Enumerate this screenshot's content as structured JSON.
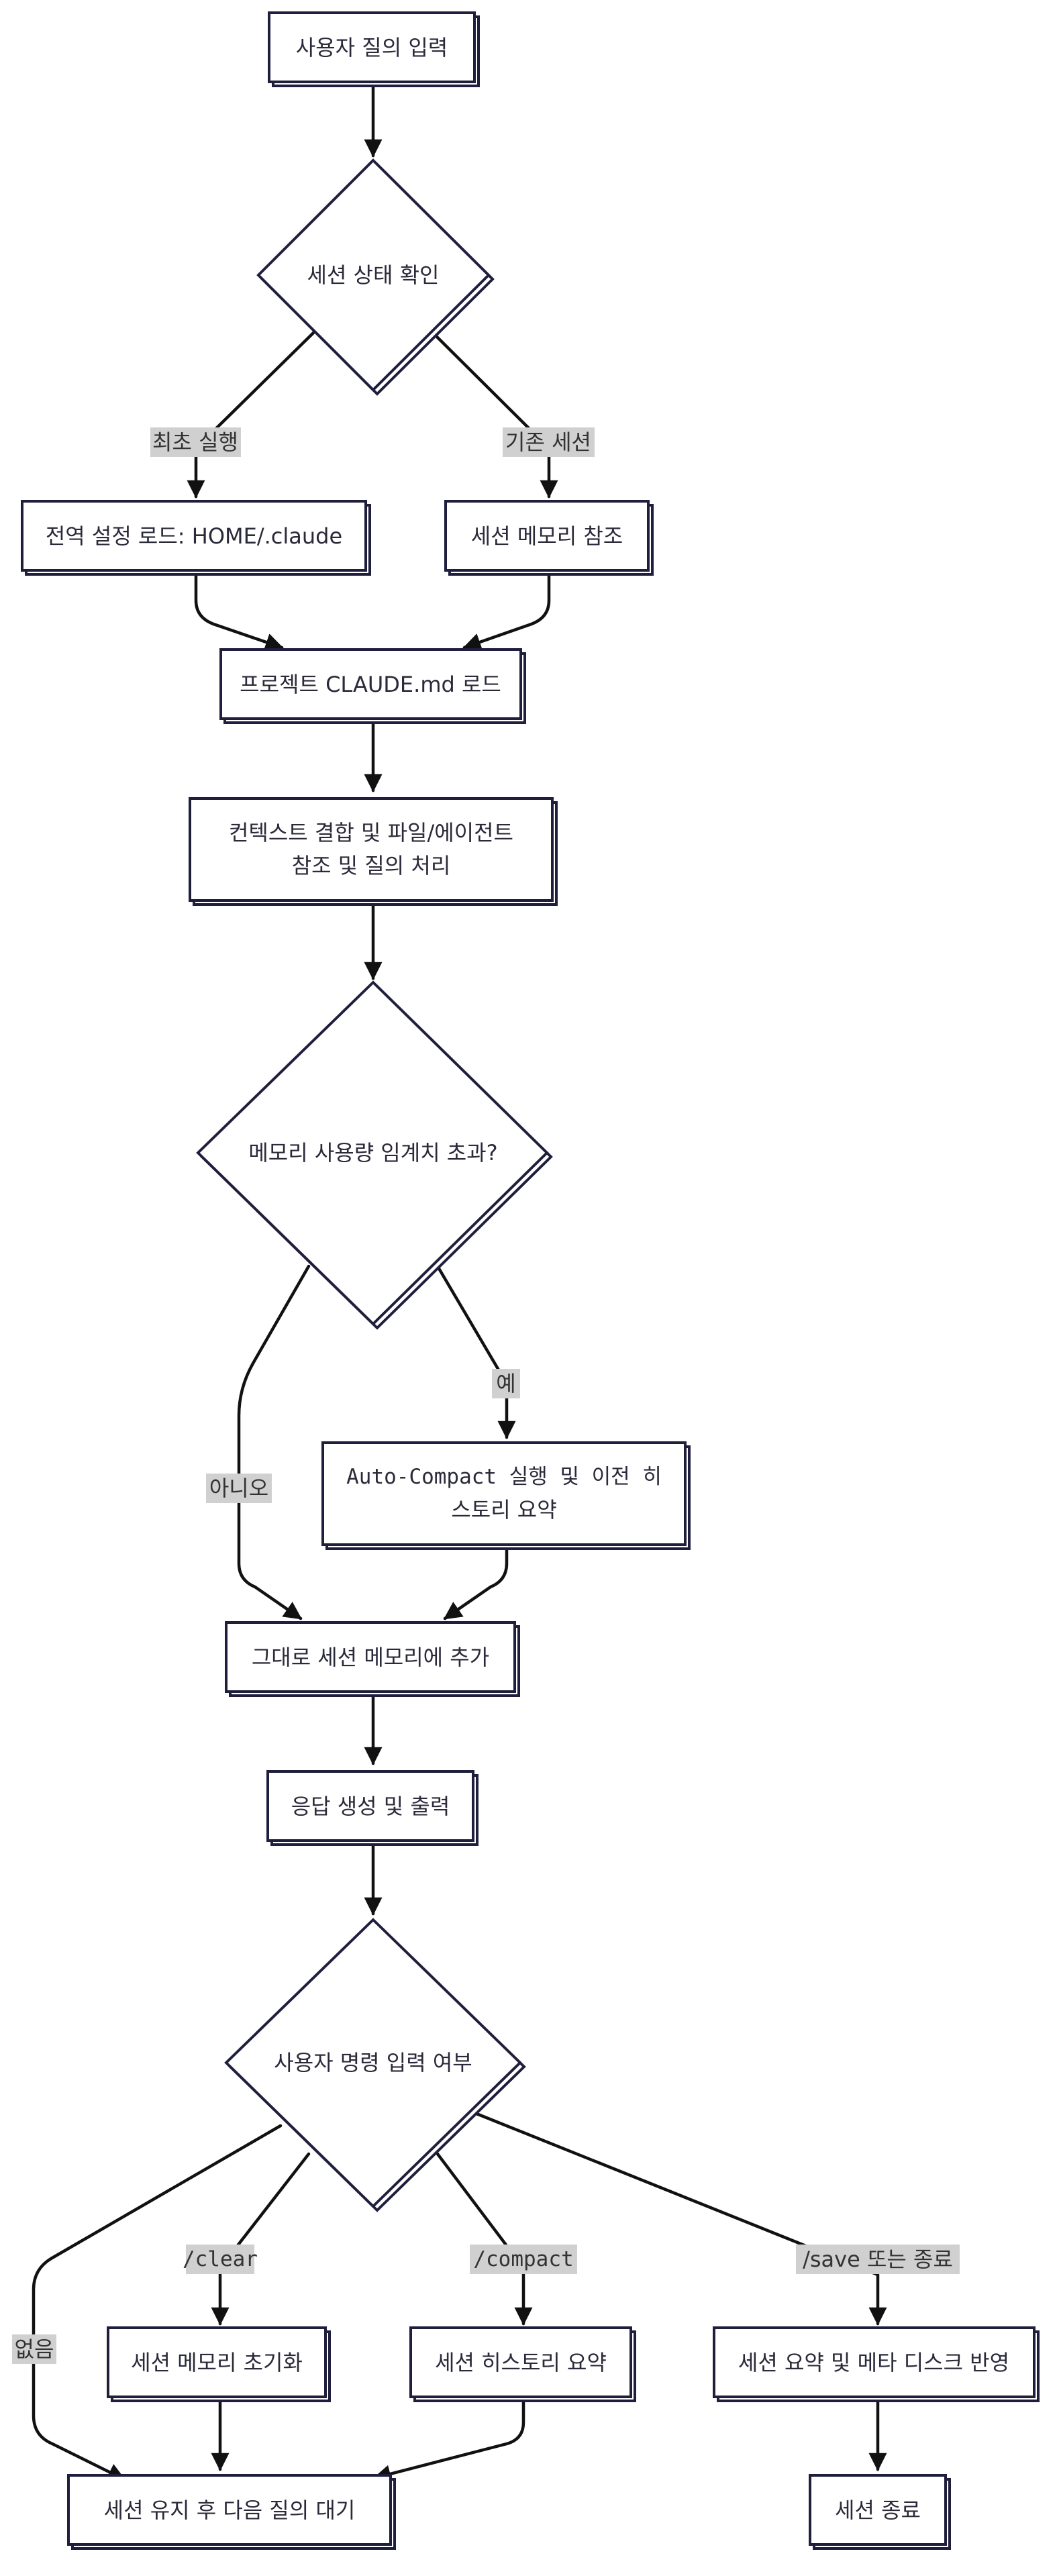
{
  "nodes": {
    "user_query_input": "사용자 질의 입력",
    "session_state_check": "세션 상태 확인",
    "global_settings_load": "전역 설정 로드: HOME/.claude",
    "session_memory_ref": "세션 메모리 참조",
    "project_claude_md_load": "프로젝트 CLAUDE.md 로드",
    "context_combine_line1": "컨텍스트 결합 및 파일/에이전트",
    "context_combine_line2": "참조 및 질의 처리",
    "memory_threshold_check": "메모리 사용량 임계치 초과?",
    "auto_compact_line1": "Auto-Compact 실행 및 이전 히",
    "auto_compact_line2": "스토리 요약",
    "add_to_session_memory": "그대로 세션 메모리에 추가",
    "generate_response": "응답 생성 및 출력",
    "user_command_check": "사용자 명령 입력 여부",
    "session_memory_reset": "세션 메모리 초기화",
    "session_history_summary": "세션 히스토리 요약",
    "session_summary_meta_disk": "세션 요약 및 메타 디스크 반영",
    "keep_session_wait": "세션 유지 후 다음 질의 대기",
    "session_end": "세션 종료"
  },
  "edge_labels": {
    "first_run": "최초 실행",
    "existing_session": "기존 세션",
    "yes": "예",
    "no": "아니오",
    "none": "없음",
    "clear": "/clear",
    "compact": "/compact",
    "save_or_exit": "/save 또는 종료"
  }
}
